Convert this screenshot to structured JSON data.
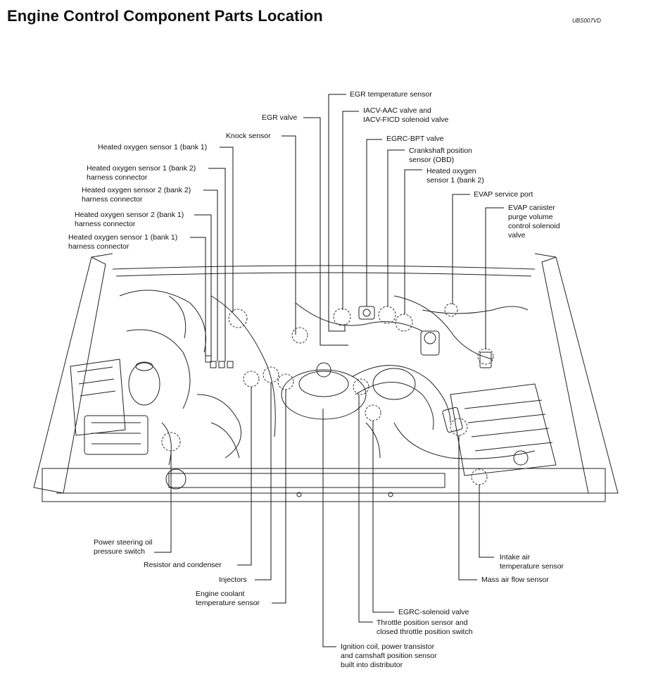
{
  "title": "Engine Control Component Parts Location",
  "doc_code": "UBS007VD",
  "labels": {
    "egr_temp_sensor": "EGR temperature sensor",
    "iacv_aac": "IACV-AAC valve and\nIACV-FICD solenoid valve",
    "egr_valve": "EGR valve",
    "egrc_bpt": "EGRC-BPT valve",
    "knock_sensor": "Knock sensor",
    "crank_sensor": "Crankshaft position\nsensor (OBD)",
    "ho2s1_b1": "Heated oxygen sensor 1 (bank 1)",
    "ho2s1_b2": "Heated oxygen\nsensor 1 (bank 2)",
    "ho2s1_b2_conn": "Heated oxygen sensor 1 (bank 2)\nharness connector",
    "ho2s2_b2_conn": "Heated oxygen sensor 2 (bank 2)\nharness connector",
    "evap_service_port": "EVAP service port",
    "evap_canister": "EVAP canister\npurge volume\ncontrol solenoid\nvalve",
    "ho2s2_b1_conn": "Heated oxygen sensor 2 (bank 1)\nharness connector",
    "ho2s1_b1_conn": "Heated oxygen sensor 1 (bank 1)\nharness connector",
    "ps_switch": "Power steering oil\npressure switch",
    "resistor_condenser": "Resistor and condenser",
    "injectors": "Injectors",
    "coolant_sensor": "Engine coolant\ntemperature sensor",
    "intake_air_temp": "Intake air\ntemperature sensor",
    "maf_sensor": "Mass air flow sensor",
    "egrc_solenoid": "EGRC-solenoid valve",
    "tps": "Throttle position sensor and\nclosed throttle position switch",
    "ignition_coil": "Ignition coil, power transistor\nand camshaft position sensor\nbuilt into distributor"
  }
}
